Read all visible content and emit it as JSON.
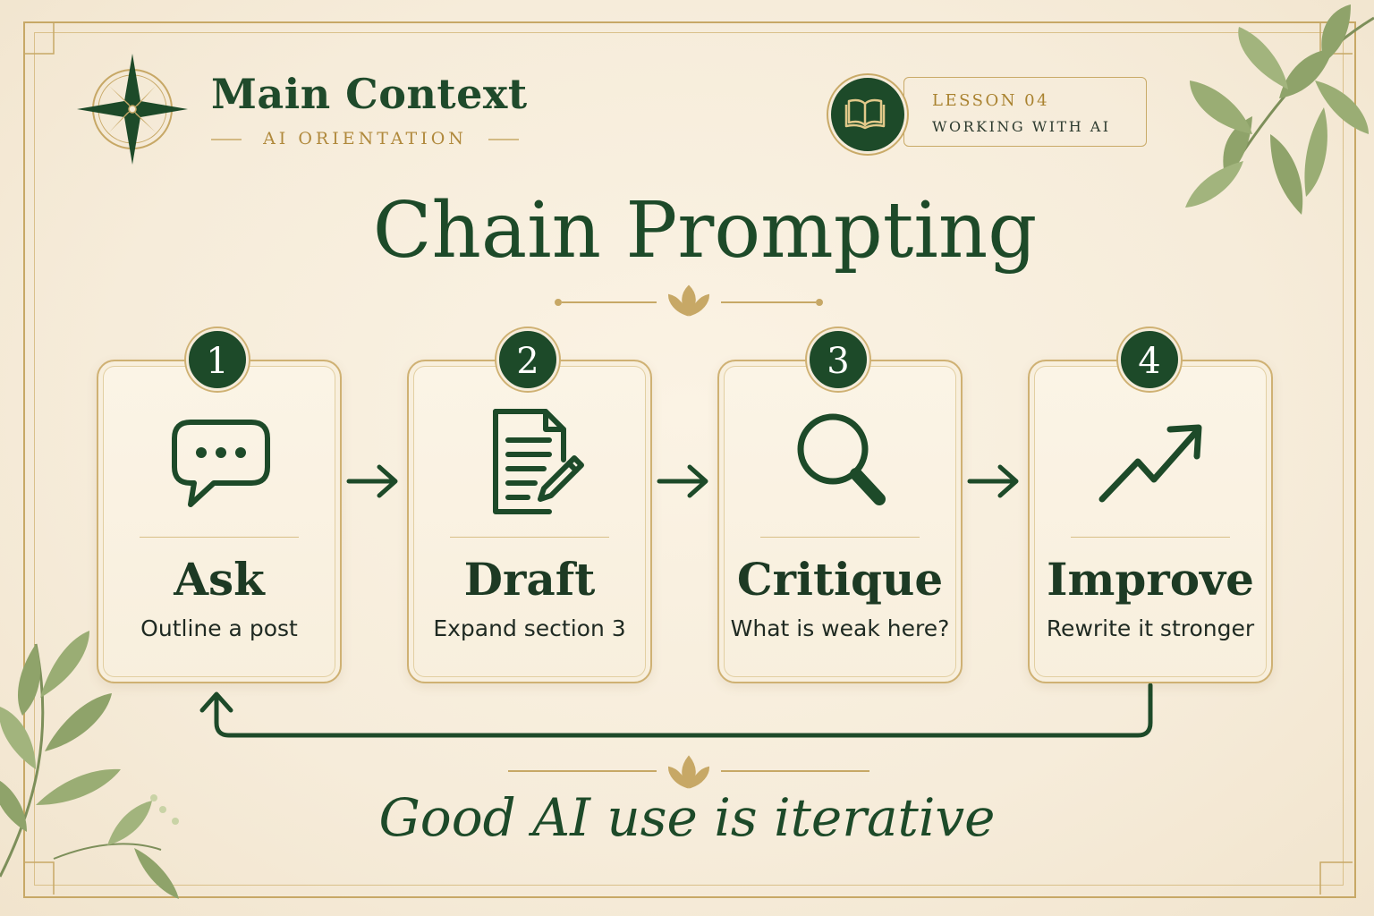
{
  "brand": {
    "title": "Main Context",
    "subtitle": "AI ORIENTATION",
    "logo_icon": "compass-rose-icon"
  },
  "lesson": {
    "number": "LESSON 04",
    "topic": "WORKING WITH AI",
    "icon": "open-book-icon"
  },
  "title": "Chain Prompting",
  "steps": [
    {
      "number": "1",
      "title": "Ask",
      "description": "Outline a post",
      "icon": "speech-bubble-icon"
    },
    {
      "number": "2",
      "title": "Draft",
      "description": "Expand section 3",
      "icon": "document-pencil-icon"
    },
    {
      "number": "3",
      "title": "Critique",
      "description": "What is weak here?",
      "icon": "magnifier-icon"
    },
    {
      "number": "4",
      "title": "Improve",
      "description": "Rewrite it stronger",
      "icon": "trend-up-arrow-icon"
    }
  ],
  "tagline": "Good AI use is iterative",
  "colors": {
    "primary_green": "#1d4a29",
    "gold": "#c7a866",
    "background": "#f6ecd9",
    "leaf": "#8fa36a"
  }
}
